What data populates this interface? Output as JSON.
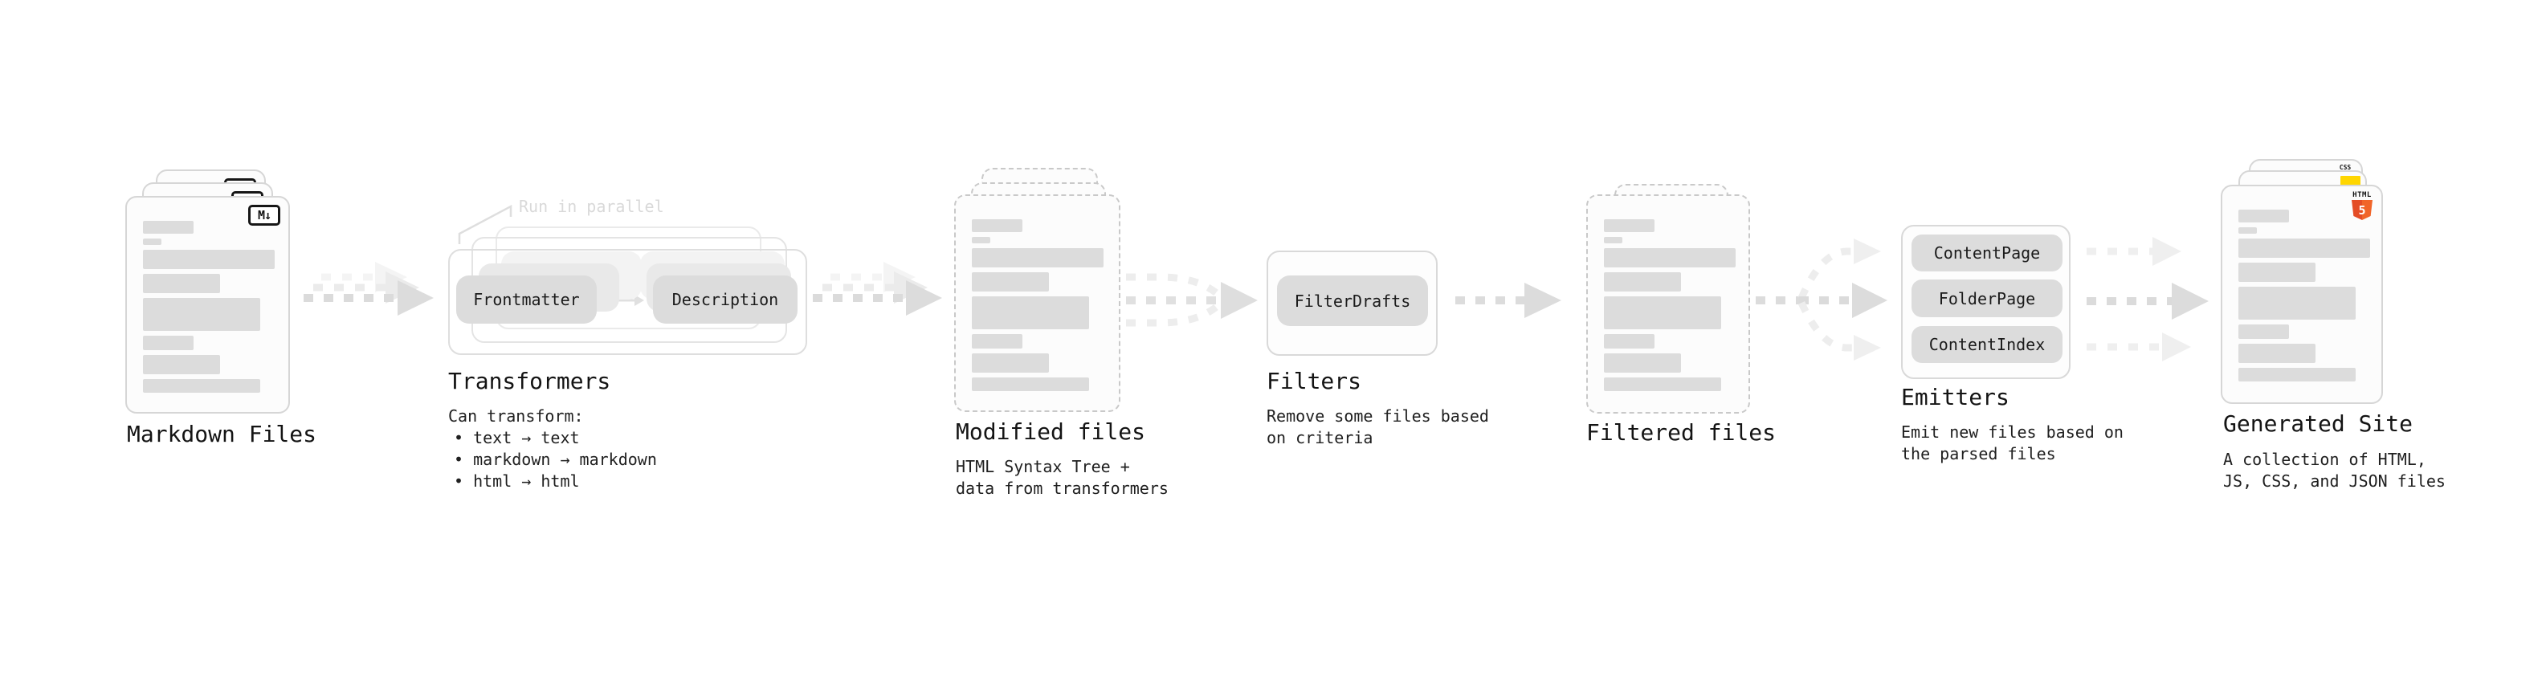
{
  "diagram": {
    "title_semantic": "static-site-generation-pipeline",
    "nodes": {
      "markdown_files": {
        "label": "Markdown Files",
        "icon": "markdown-icon",
        "icon_text": "M↓"
      },
      "transformers": {
        "label": "Transformers",
        "annotation": "Run in parallel",
        "pill_frontmatter": "Frontmatter",
        "pill_description": "Description",
        "note_title": "Can transform:",
        "bullet_1": "• text → text",
        "bullet_2": "• markdown → markdown",
        "bullet_3": "• html → html"
      },
      "modified_files": {
        "label": "Modified files",
        "note_line_1": "HTML Syntax Tree +",
        "note_line_2": "data from transformers"
      },
      "filters": {
        "label": "Filters",
        "pill_filterdrafts": "FilterDrafts",
        "note_line_1": "Remove some files based",
        "note_line_2": "on criteria"
      },
      "filtered_files": {
        "label": "Filtered files"
      },
      "emitters": {
        "label": "Emitters",
        "pill_contentpage": "ContentPage",
        "pill_folderpage": "FolderPage",
        "pill_contentindex": "ContentIndex",
        "note_line_1": "Emit new files based on",
        "note_line_2": "the parsed files"
      },
      "generated_site": {
        "label": "Generated Site",
        "note_line_1": "A collection of HTML,",
        "note_line_2": "JS, CSS, and JSON files",
        "badge_css": "CSS",
        "badge_html_label": "HTML",
        "badge_html_number": "5"
      }
    },
    "colors": {
      "card_border": "#d6d6d6",
      "dashed_border": "#c9c9c9",
      "placeholder_bar": "#dcdcdc",
      "pill_fill": "#dcdcdc",
      "arrow_dark": "#dbdbdb",
      "arrow_light": "#eeeeee",
      "annotation_gray": "#d9d9d9",
      "text_dark": "#1a1a1a",
      "html5_orange": "#e44d26",
      "js_yellow": "#ffd600",
      "css_blue": "#1a6bdf"
    }
  }
}
